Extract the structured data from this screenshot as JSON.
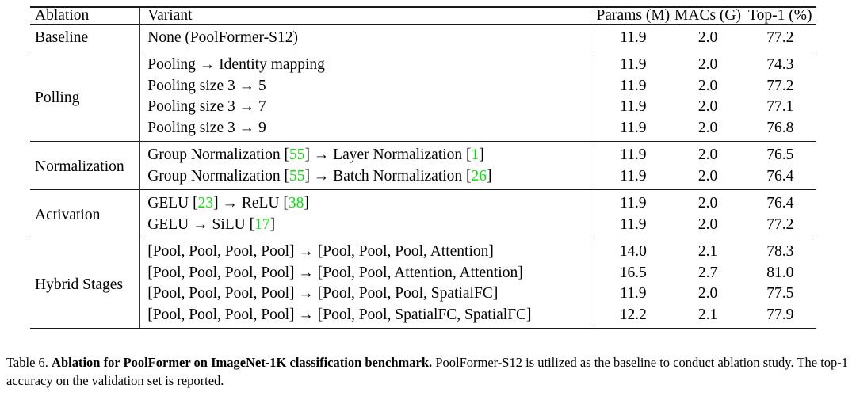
{
  "table": {
    "columns": {
      "ablation": "Ablation",
      "variant": "Variant",
      "params": "Params (M)",
      "macs": "MACs (G)",
      "top1": "Top-1 (%)"
    },
    "groups": [
      {
        "label": "Baseline",
        "rows": [
          {
            "variant": "None (PoolFormer-S12)",
            "params": "11.9",
            "macs": "2.0",
            "top1": "77.2"
          }
        ]
      },
      {
        "label": "Polling",
        "rows": [
          {
            "variant": "Pooling → Identity mapping",
            "params": "11.9",
            "macs": "2.0",
            "top1": "74.3"
          },
          {
            "variant": "Pooling size 3 → 5",
            "params": "11.9",
            "macs": "2.0",
            "top1": "77.2"
          },
          {
            "variant": "Pooling size 3 → 7",
            "params": "11.9",
            "macs": "2.0",
            "top1": "77.1"
          },
          {
            "variant": "Pooling size 3 → 9",
            "params": "11.9",
            "macs": "2.0",
            "top1": "76.8"
          }
        ]
      },
      {
        "label": "Normalization",
        "rows": [
          {
            "variant_parts": [
              "Group Normalization [",
              "55",
              "] → Layer Normalization [",
              "1",
              "]"
            ],
            "params": "11.9",
            "macs": "2.0",
            "top1": "76.5"
          },
          {
            "variant_parts": [
              "Group Normalization [",
              "55",
              "] → Batch Normalization [",
              "26",
              "]"
            ],
            "params": "11.9",
            "macs": "2.0",
            "top1": "76.4"
          }
        ]
      },
      {
        "label": "Activation",
        "rows": [
          {
            "variant_parts": [
              "GELU [",
              "23",
              "] → ReLU [",
              "38",
              "]"
            ],
            "params": "11.9",
            "macs": "2.0",
            "top1": "76.4"
          },
          {
            "variant_parts": [
              "GELU → SiLU [",
              "17",
              "]"
            ],
            "params": "11.9",
            "macs": "2.0",
            "top1": "77.2"
          }
        ]
      },
      {
        "label": "Hybrid Stages",
        "rows": [
          {
            "variant": "[Pool, Pool, Pool, Pool] → [Pool, Pool, Pool, Attention]",
            "params": "14.0",
            "macs": "2.1",
            "top1": "78.3"
          },
          {
            "variant": "[Pool, Pool, Pool, Pool] → [Pool, Pool, Attention, Attention]",
            "params": "16.5",
            "macs": "2.7",
            "top1": "81.0"
          },
          {
            "variant": "[Pool, Pool, Pool, Pool] → [Pool, Pool, Pool, SpatialFC]",
            "params": "11.9",
            "macs": "2.0",
            "top1": "77.5"
          },
          {
            "variant": "[Pool, Pool, Pool, Pool] → [Pool, Pool, SpatialFC, SpatialFC]",
            "params": "12.2",
            "macs": "2.1",
            "top1": "77.9"
          }
        ]
      }
    ]
  },
  "caption": {
    "number": "Table 6.",
    "bold_title": "Ablation for PoolFormer on ImageNet-1K classification benchmark.",
    "body": "PoolFormer-S12 is utilized as the baseline to conduct ablation study. The top-1 accuracy on the validation set is reported."
  },
  "colors": {
    "citation_green": "#00e600",
    "rule": "#1a1a1a",
    "text": "#000000"
  }
}
